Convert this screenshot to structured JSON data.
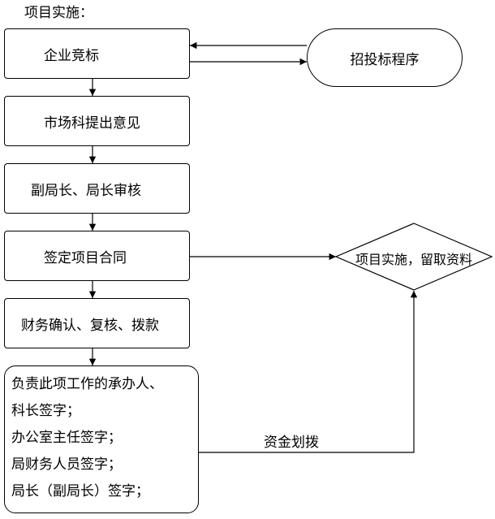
{
  "title": "项目实施：",
  "nodes": {
    "bidding": "企业竞标",
    "procedure": "招投标程序",
    "opinion": "市场科提出意见",
    "review": "副局长、局长审核",
    "contract": "签定项目合同",
    "implement": "项目实施，留取资料",
    "finance": "财务确认、复核、拨款",
    "signoff_lines": [
      "负责此项工作的承办人、",
      "科长签字；",
      "办公室主任签字；",
      "局财务人员签字；",
      "局长（副局长）签字；"
    ]
  },
  "edge_labels": {
    "funding": "资金划拨"
  }
}
